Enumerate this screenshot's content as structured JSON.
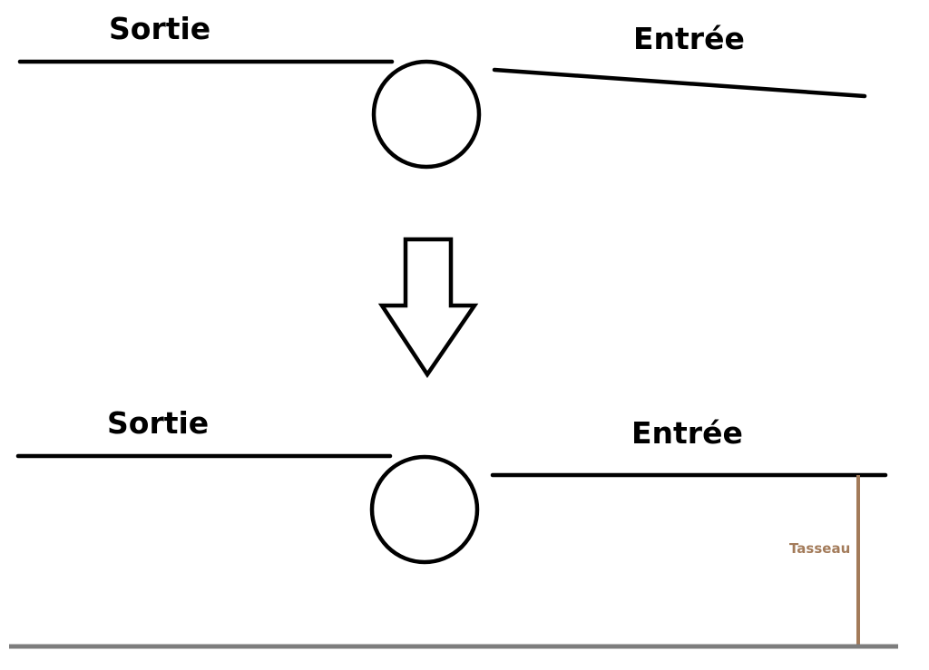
{
  "colors": {
    "ink": "#000000",
    "batten": "#a37b5a",
    "ground": "#7d7d7d",
    "background": "#ffffff"
  },
  "before": {
    "outlet_label": "Sortie",
    "inlet_label": "Entrée"
  },
  "after": {
    "outlet_label": "Sortie",
    "inlet_label": "Entrée",
    "batten_label": "Tasseau"
  },
  "transition": {
    "icon": "down-arrow-icon"
  }
}
